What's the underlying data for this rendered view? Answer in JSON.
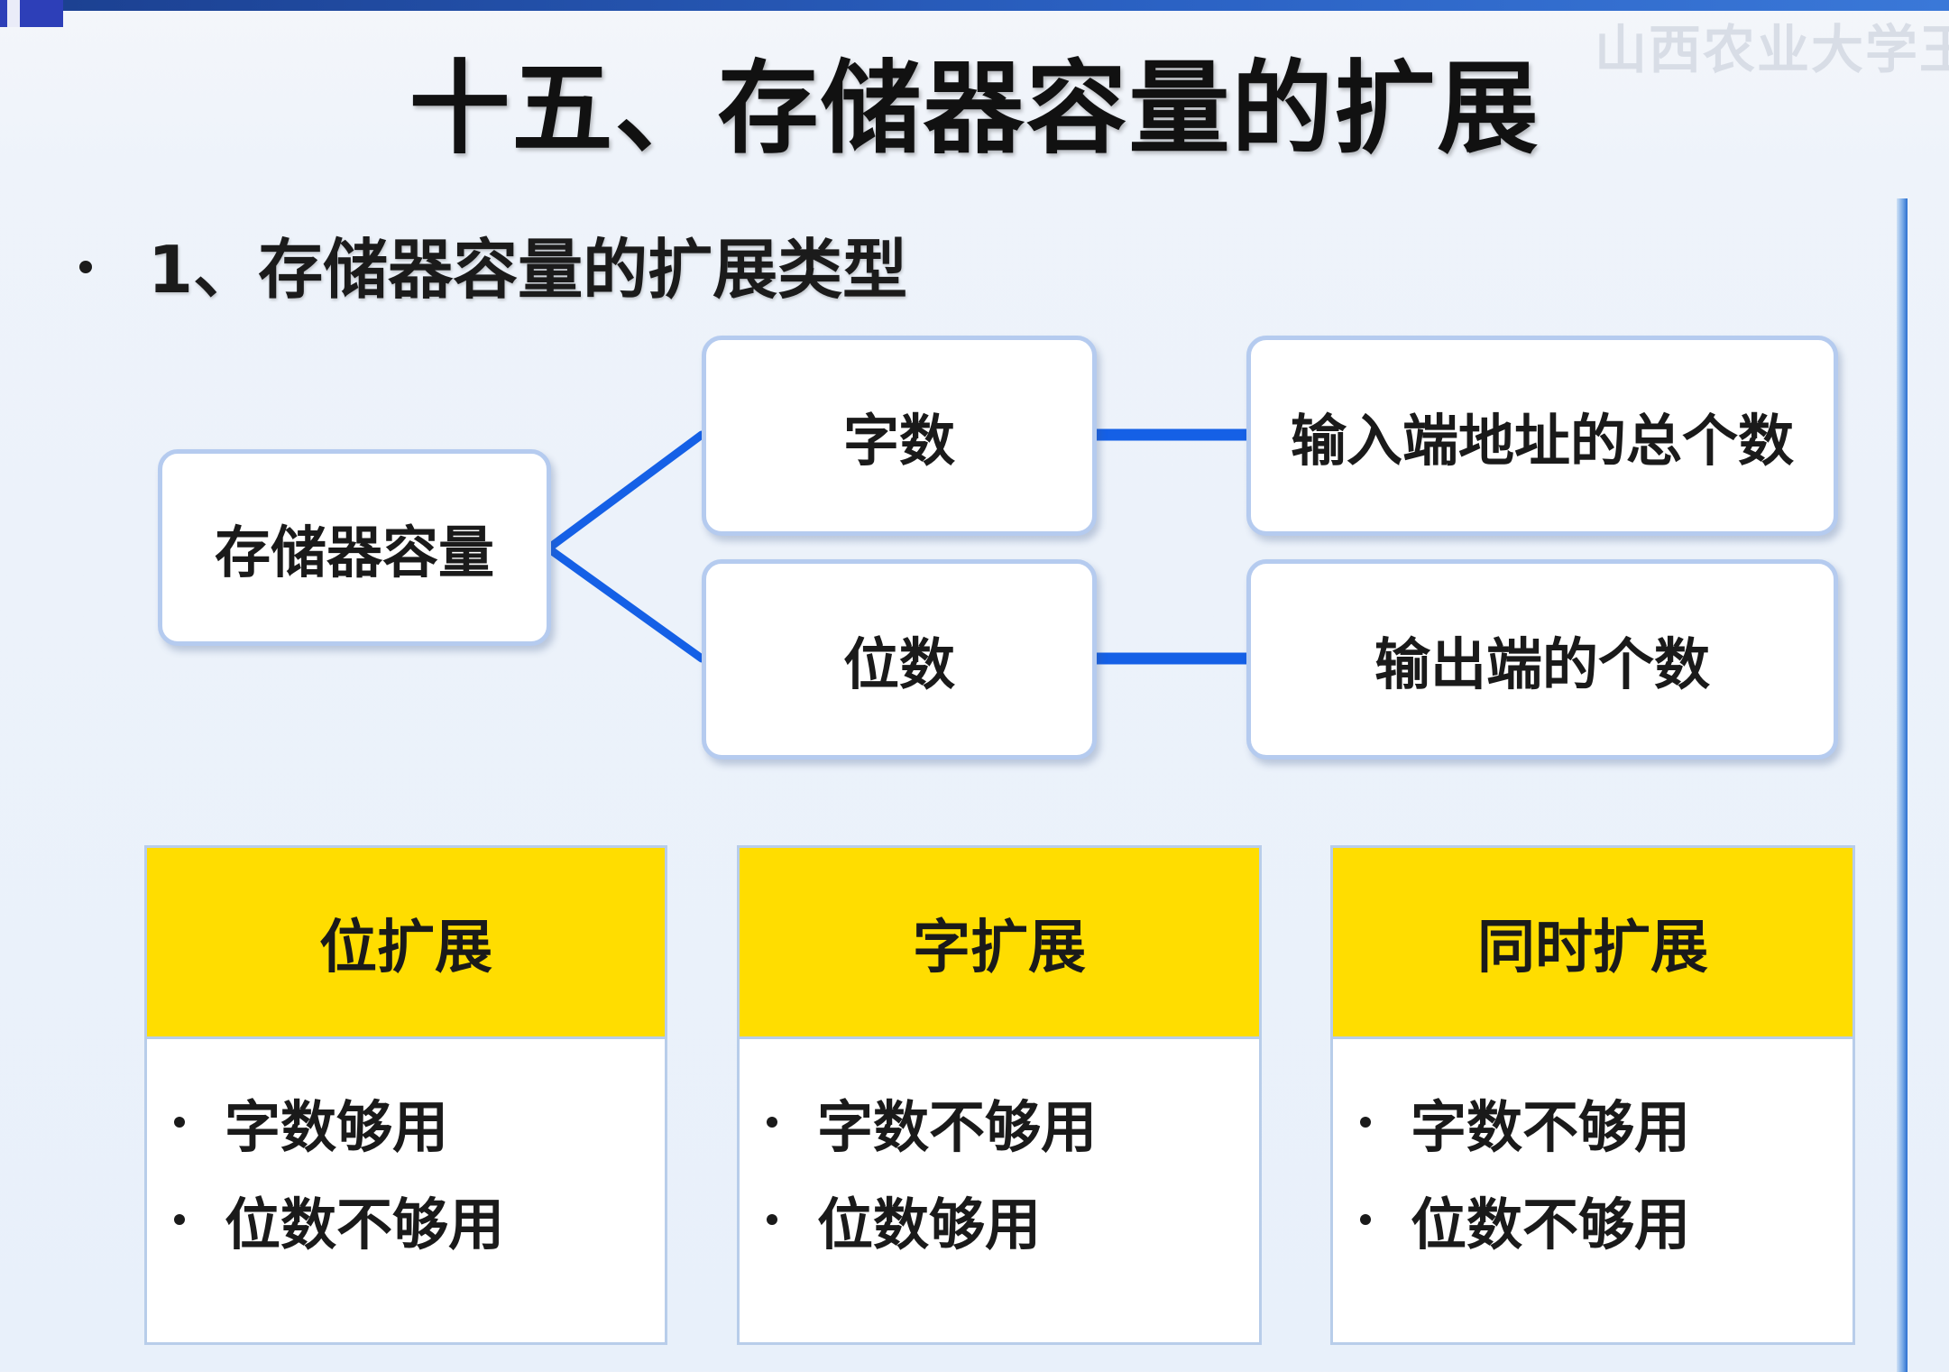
{
  "slide": {
    "title": "十五、存储器容量的扩展",
    "watermark": "山西农业大学王",
    "section_heading": "1、存储器容量的扩展类型"
  },
  "diagram": {
    "root": "存储器容量",
    "branches": [
      {
        "label": "字数",
        "detail": "输入端地址的总个数"
      },
      {
        "label": "位数",
        "detail": "输出端的个数"
      }
    ],
    "connector_color": "#1560e6"
  },
  "cards": [
    {
      "title": "位扩展",
      "items": [
        "字数够用",
        "位数不够用"
      ]
    },
    {
      "title": "字扩展",
      "items": [
        "字数不够用",
        "位数够用"
      ]
    },
    {
      "title": "同时扩展",
      "items": [
        "字数不够用",
        "位数不够用"
      ]
    }
  ],
  "colors": {
    "card_header": "#ffdd00",
    "node_border": "#b5cbef",
    "top_bar": "#2b62c4"
  }
}
